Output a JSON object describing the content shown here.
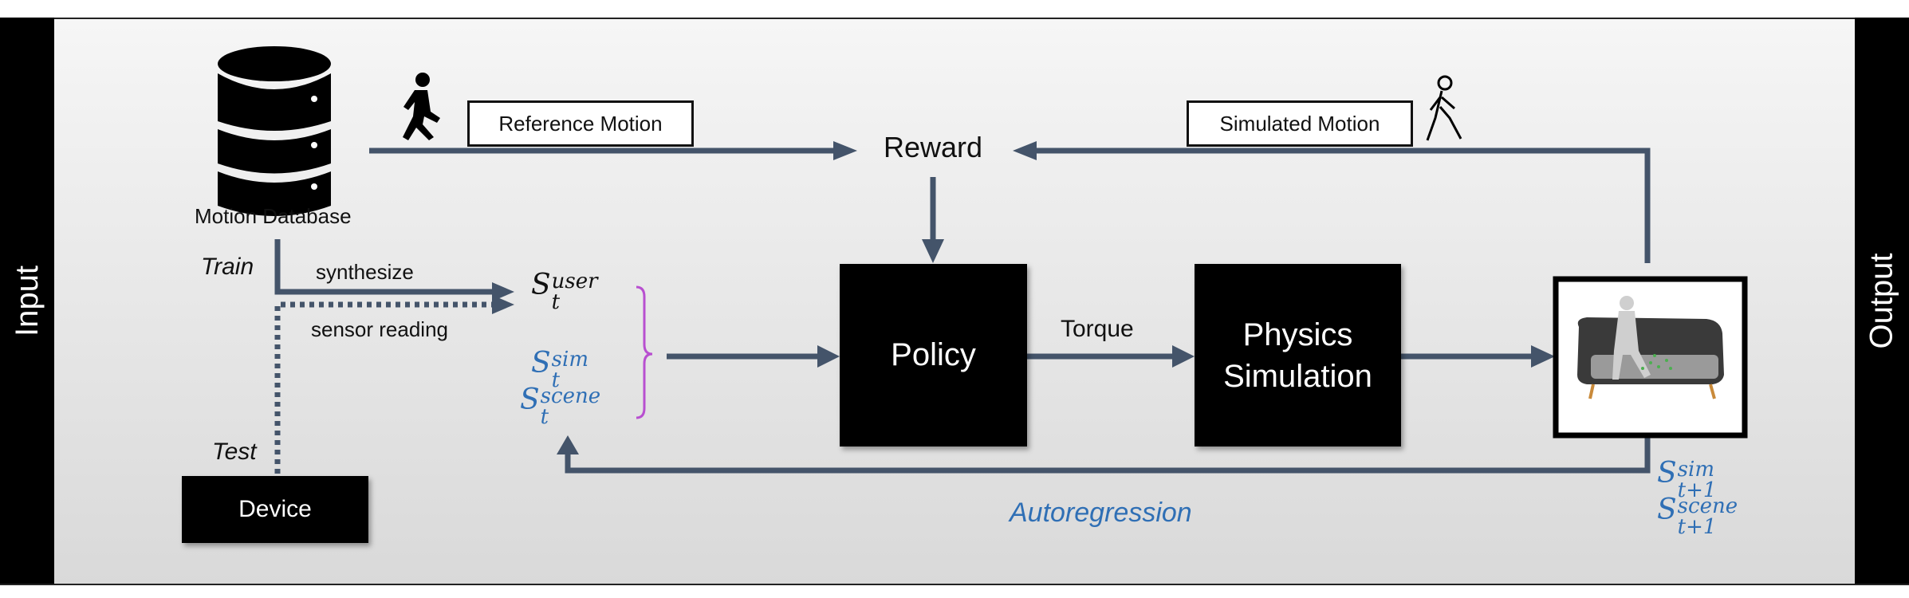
{
  "sidebars": {
    "left_label": "Input",
    "right_label": "Output"
  },
  "boxes": {
    "reference_motion": "Reference Motion",
    "simulated_motion": "Simulated Motion",
    "policy": "Policy",
    "physics_line1": "Physics",
    "physics_line2": "Simulation",
    "device": "Device"
  },
  "labels": {
    "motion_database": "Motion Database",
    "reward": "Reward",
    "train": "Train",
    "test": "Test",
    "synthesize": "synthesize",
    "sensor_reading": "sensor reading",
    "torque": "Torque",
    "autoregression": "Autoregression"
  },
  "math": {
    "S": "S",
    "t": "t",
    "t1": "t+1",
    "user": "user",
    "sim": "sim",
    "scene": "scene"
  },
  "icons": [
    "database-icon",
    "running-person-icon",
    "walking-person-icon",
    "humanoid-on-sofa-image"
  ],
  "colors": {
    "arrow": "#44546a",
    "bracket": "#b84fd0",
    "blue_text": "#2f6fb5",
    "frame_bg_top": "#f4f4f4",
    "frame_bg_bottom": "#dcdcdc"
  }
}
